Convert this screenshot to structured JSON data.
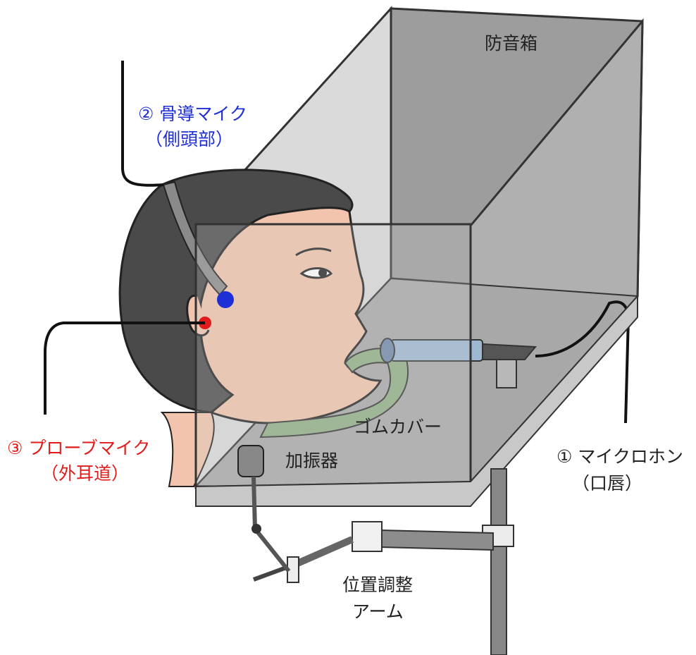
{
  "labels": {
    "box": "防音箱",
    "bone_mic_line1": "② 骨導マイク",
    "bone_mic_line2": "（側頭部）",
    "probe_mic_line1": "③ プローブマイク",
    "probe_mic_line2": "（外耳道）",
    "rubber_cover": "ゴムカバー",
    "vibrator": "加振器",
    "microphone_line1": "① マイクロホン",
    "microphone_line2": "（口唇）",
    "arm_line1": "位置調整",
    "arm_line2": "アーム"
  },
  "colors": {
    "bone_mic": "#1f2fd6",
    "probe_mic": "#e01b1b",
    "text": "#222222",
    "hair": "#4a4a4a",
    "skin": "#f2c4ad",
    "rubber": "#8fae84",
    "mic_body": "#9fb8d2"
  }
}
